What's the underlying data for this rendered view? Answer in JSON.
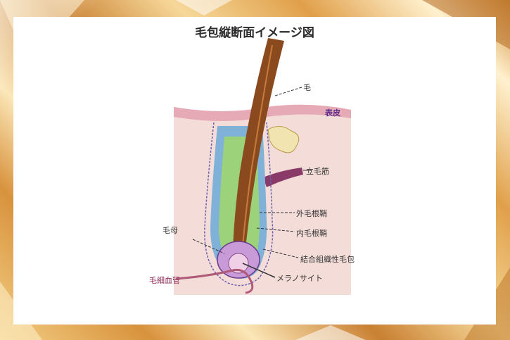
{
  "title": "毛包縦断面イメージ図",
  "labels": {
    "hair": "毛",
    "epidermis": "表皮",
    "arrector_pili": "立毛筋",
    "outer_root_sheath": "外毛根鞘",
    "inner_root_sheath": "内毛根鞘",
    "hair_matrix": "毛母",
    "connective_tissue_sheath": "結合組織性毛包",
    "capillary": "毛細血管",
    "melanocyte": "メラノサイト"
  },
  "colors": {
    "hair": "#8b4a1e",
    "skin": "#f4ddd8",
    "epidermis": "#e6a9b6",
    "outer_sheath": "#7fb1d9",
    "inner_sheath": "#9bd27a",
    "matrix": "#c89ad8",
    "muscle": "#8a3a68",
    "gland": "#f1e4b0",
    "epidermis_label": "#5a2c8a",
    "capillary_label": "#8c2b55"
  }
}
